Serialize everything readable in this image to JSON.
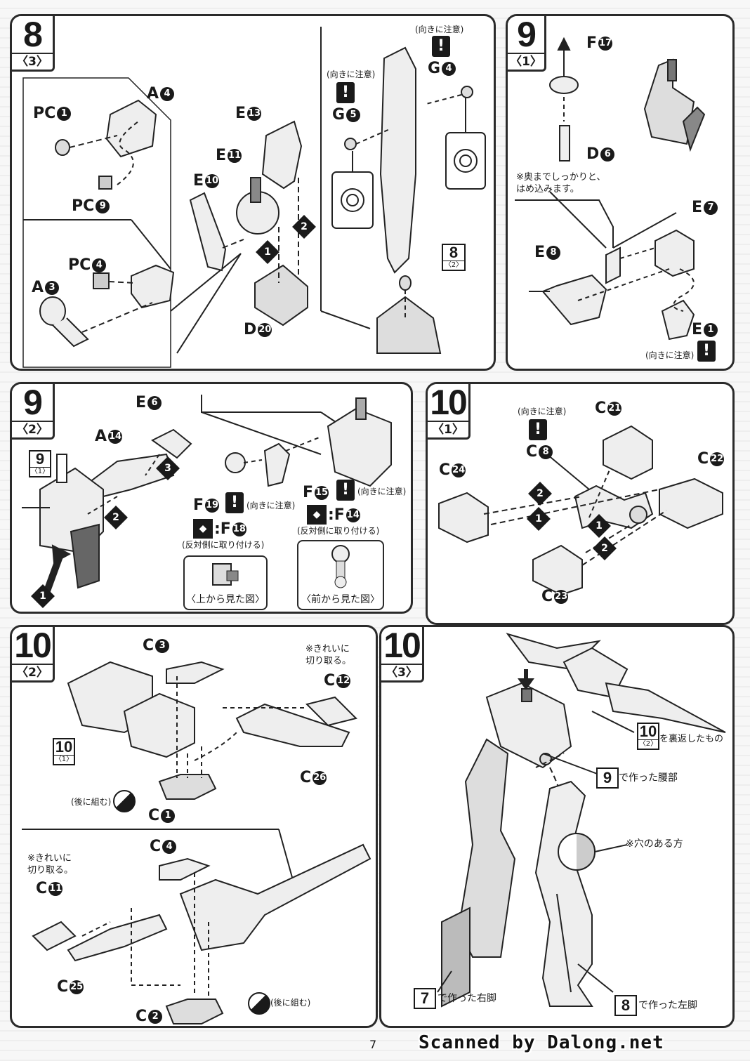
{
  "page": {
    "number": "7",
    "credit": "Scanned by Dalong.net"
  },
  "notes": {
    "caution": "(向きに注意)",
    "opposite": "(反対側に取り付ける)",
    "after": "(後に組む)",
    "cut": "※きれいに\n切り取る。",
    "top_view": "〈上から見た図〉",
    "front_view": "〈前から見た図〉",
    "press_in": "※奥までしっかりと、\nはめ込みます。",
    "hole_side": "※穴のある方",
    "flipped": "を裏返したもの",
    "waist": "で作った腰部",
    "right_leg": "で作った右脚",
    "left_leg": "で作った左脚"
  },
  "icons": {
    "warning": "!",
    "reverse": "◆"
  },
  "steps": {
    "s8_3": {
      "num": "8",
      "sub": "〈3〉",
      "parts": {
        "pc1": "PC",
        "pc1n": "1",
        "a4": "A",
        "a4n": "4",
        "pc9": "PC",
        "pc9n": "9",
        "pc4": "PC",
        "pc4n": "4",
        "a3": "A",
        "a3n": "3",
        "e13": "E",
        "e13n": "13",
        "e11": "E",
        "e11n": "11",
        "e10": "E",
        "e10n": "10",
        "d20": "D",
        "d20n": "20",
        "g4": "G",
        "g4n": "4",
        "g5": "G",
        "g5n": "5"
      },
      "ref": {
        "num": "8",
        "sub": "〈2〉"
      }
    },
    "s9_1": {
      "num": "9",
      "sub": "〈1〉",
      "parts": {
        "f17": "F",
        "f17n": "17",
        "d6": "D",
        "d6n": "6",
        "e7": "E",
        "e7n": "7",
        "e8": "E",
        "e8n": "8",
        "e1": "E",
        "e1n": "1"
      }
    },
    "s9_2": {
      "num": "9",
      "sub": "〈2〉",
      "parts": {
        "e6": "E",
        "e6n": "6",
        "a14": "A",
        "a14n": "14",
        "f19": "F",
        "f19n": "19",
        "f18": ":F",
        "f18n": "18",
        "f15": "F",
        "f15n": "15",
        "f14": ":F",
        "f14n": "14"
      },
      "ref": {
        "num": "9",
        "sub": "〈1〉"
      }
    },
    "s10_1": {
      "num": "10",
      "sub": "〈1〉",
      "parts": {
        "c21": "C",
        "c21n": "21",
        "c8": "C",
        "c8n": "8",
        "c22": "C",
        "c22n": "22",
        "c24": "C",
        "c24n": "24",
        "c23": "C",
        "c23n": "23"
      }
    },
    "s10_2": {
      "num": "10",
      "sub": "〈2〉",
      "parts": {
        "c3": "C",
        "c3n": "3",
        "c12": "C",
        "c12n": "12",
        "c26": "C",
        "c26n": "26",
        "c1": "C",
        "c1n": "1",
        "c4": "C",
        "c4n": "4",
        "c11": "C",
        "c11n": "11",
        "c25": "C",
        "c25n": "25",
        "c2": "C",
        "c2n": "2"
      },
      "ref": {
        "num": "10",
        "sub": "〈1〉"
      }
    },
    "s10_3": {
      "num": "10",
      "sub": "〈3〉",
      "refs": {
        "r10": "10",
        "r10s": "〈2〉",
        "r9": "9",
        "r7": "7",
        "r8": "8"
      }
    }
  },
  "arrows": {
    "one": "1",
    "two": "2",
    "three": "3"
  }
}
